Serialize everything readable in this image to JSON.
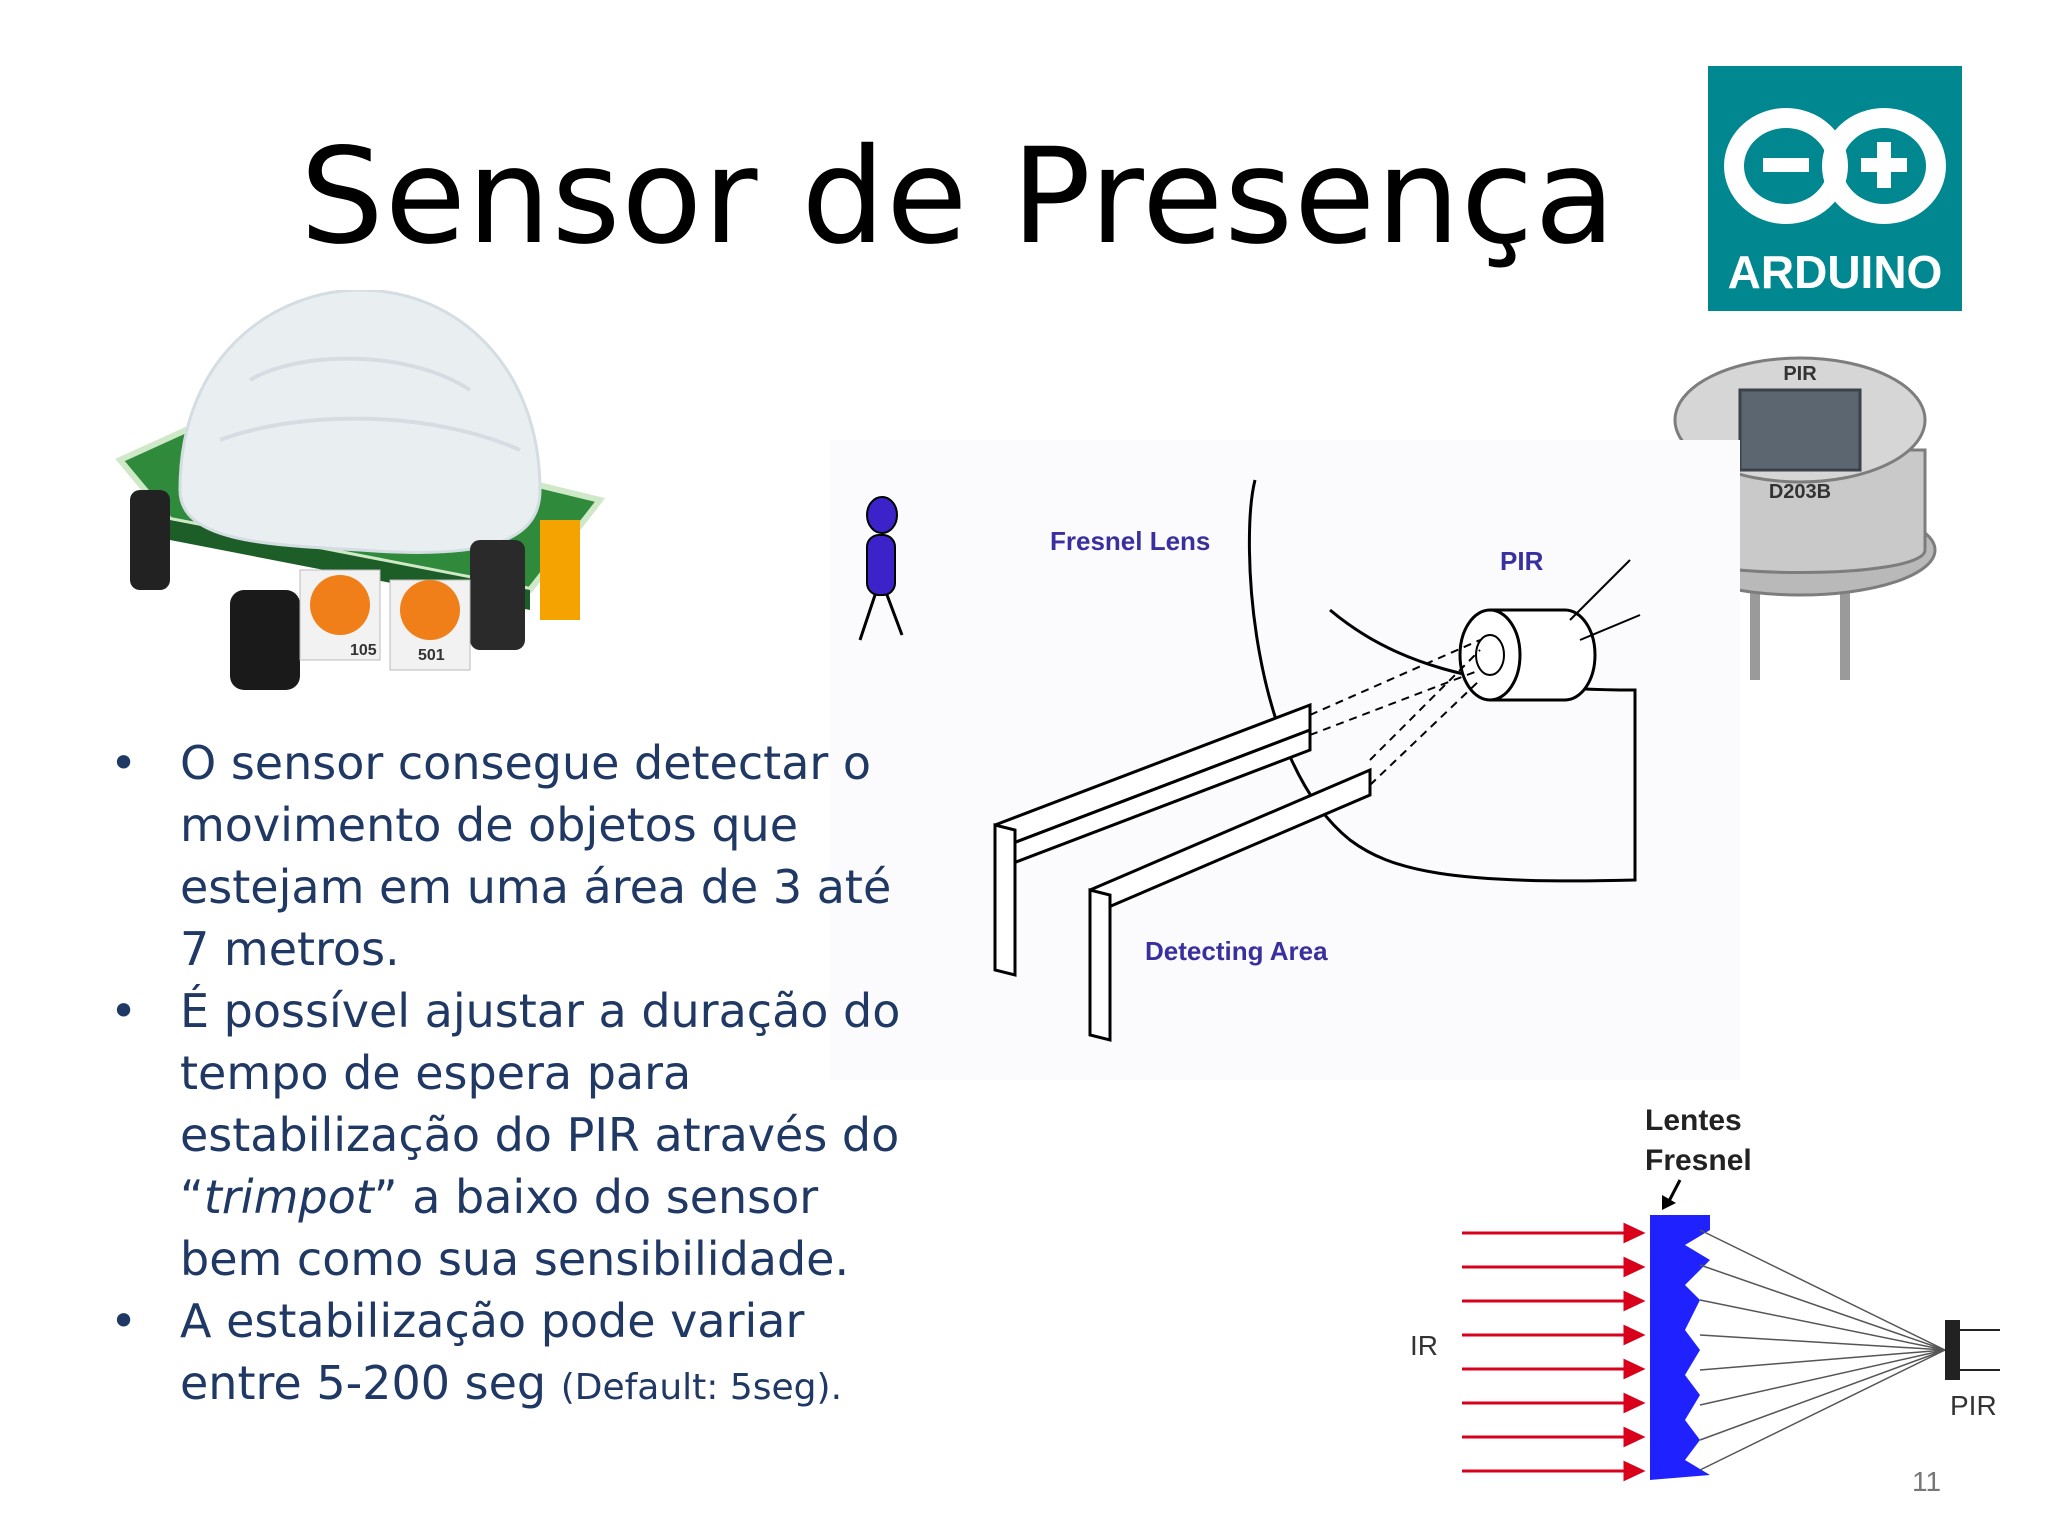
{
  "slide": {
    "title": "Sensor de Presença",
    "page_number": "11"
  },
  "logo": {
    "text": "ARDUINO",
    "bg_color": "#00878f"
  },
  "pir_can": {
    "top_label": "PIR",
    "model": "D203B"
  },
  "module_parts": {
    "pot_a": "105",
    "pot_b": "501"
  },
  "diagram": {
    "fresnel_label": "Fresnel Lens",
    "pir_label": "PIR",
    "area_label": "Detecting Area",
    "label_color": "#3a2f9e"
  },
  "lens_diagram": {
    "lens_label_1": "Lentes",
    "lens_label_2": "Fresnel",
    "ir_label": "IR",
    "pir_label": "PIR",
    "ray_color": "#d9001b",
    "lens_color": "#1f22ff"
  },
  "bullets": [
    {
      "text": "O sensor consegue detectar o movimento de objetos que estejam em uma área de 3 até 7 metros."
    },
    {
      "text_before": "É possível ajustar a duração do tempo de espera para estabilização do PIR através do “",
      "italic": "trimpot",
      "text_after": "” a baixo do sensor bem como sua sensibilidade."
    },
    {
      "text": "A estabilização pode variar entre 5-200 seg ",
      "small": "(Default: 5seg)."
    }
  ],
  "bullet_glyph": "•"
}
